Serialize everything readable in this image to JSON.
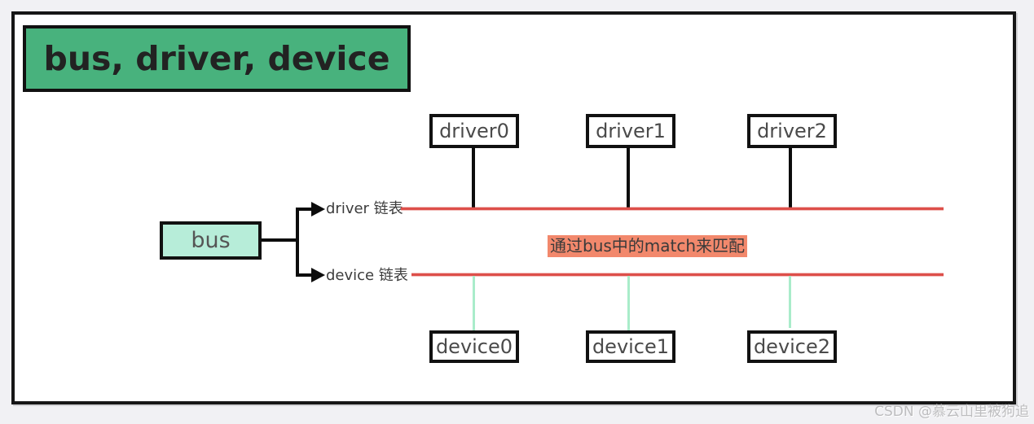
{
  "title": "bus, driver, device",
  "bus": {
    "label": "bus"
  },
  "lists": {
    "driver_label": "driver 链表",
    "device_label": "device 链表"
  },
  "drivers": [
    "driver0",
    "driver1",
    "driver2"
  ],
  "devices": [
    "device0",
    "device1",
    "device2"
  ],
  "match_note": "通过bus中的match来匹配",
  "watermark": "CSDN @慕云山里被狗追",
  "colors": {
    "title_bg": "#48b27d",
    "bus_bg": "#b7edd9",
    "list_line": "#dd4f4a",
    "match_highlight": "#f2886c",
    "device_connector": "#a9ecca",
    "frame_border": "#161616"
  }
}
